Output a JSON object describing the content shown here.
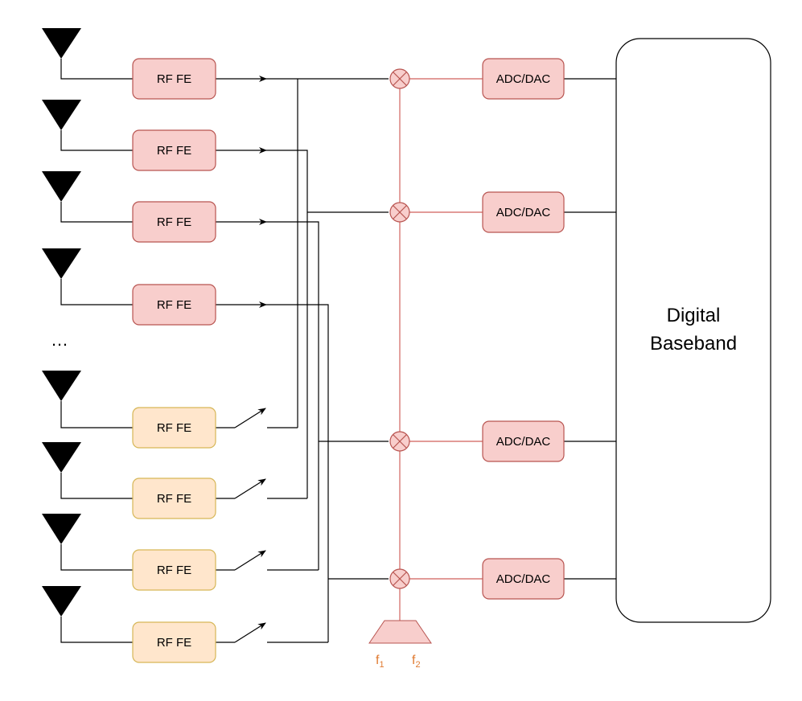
{
  "colors": {
    "rf_fe_active_fill": "#f8cecc",
    "rf_fe_active_stroke": "#b85450",
    "rf_fe_switched_fill": "#ffe6cc",
    "rf_fe_switched_stroke": "#d6b656",
    "red_line": "#d97a76",
    "freq_label": "#e07a30",
    "black": "#000000"
  },
  "labels": {
    "rf_fe": "RF FE",
    "adc_dac": "ADC/DAC",
    "baseband_line1": "Digital",
    "baseband_line2": "Baseband",
    "ellipsis": "…",
    "f1_base": "f",
    "f1_sub": "1",
    "f2_base": "f",
    "f2_sub": "2"
  },
  "chains": [
    {
      "type": "active"
    },
    {
      "type": "active"
    },
    {
      "type": "active"
    },
    {
      "type": "active"
    },
    {
      "type": "switched"
    },
    {
      "type": "switched"
    },
    {
      "type": "switched"
    },
    {
      "type": "switched"
    }
  ],
  "mixer_count": 4
}
